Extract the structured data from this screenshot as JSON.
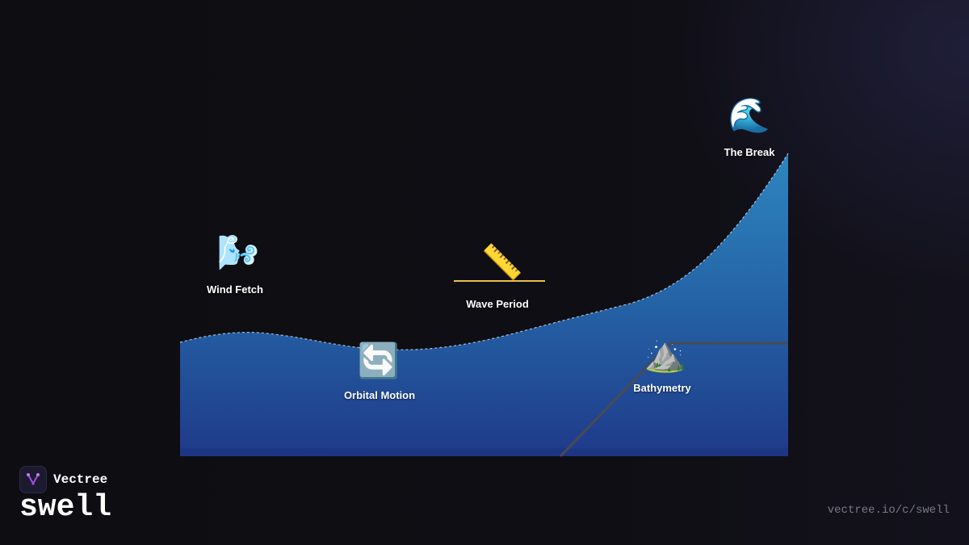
{
  "diagram": {
    "labels": {
      "wind_fetch": "Wind Fetch",
      "wave_period": "Wave Period",
      "orbital_motion": "Orbital Motion",
      "bathymetry": "Bathymetry",
      "the_break": "The Break"
    },
    "icons": {
      "wind_fetch": "wind-face-icon",
      "wave_period": "ruler-icon",
      "orbital_motion": "counterclockwise-arrows-icon",
      "bathymetry": "mountain-icon",
      "the_break": "water-wave-icon"
    },
    "colors": {
      "background": "#0e0d12",
      "water_top": "#2a7db5",
      "water_bottom": "#1f3f8f",
      "seafloor_line": "#4a4a52",
      "wave_period_line": "#e8c04a",
      "crest_dash": "#bcd6ee"
    }
  },
  "brand": {
    "name": "Vectree",
    "product": "swell",
    "url": "vectree.io/c/swell",
    "accent": "#a64de0"
  }
}
